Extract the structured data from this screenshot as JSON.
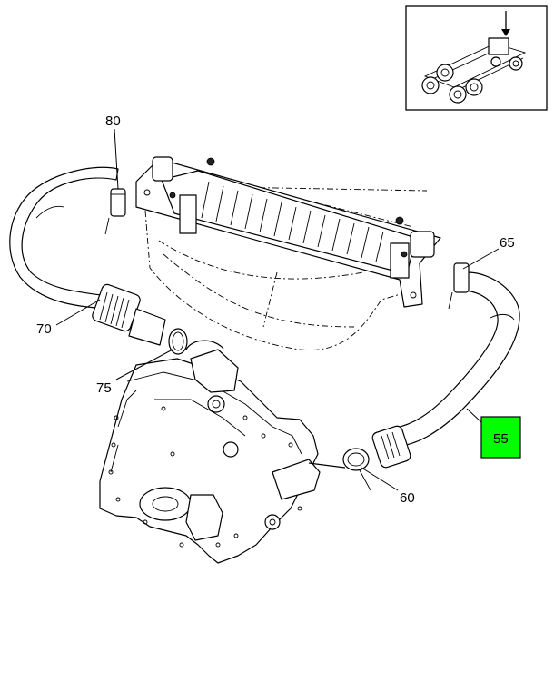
{
  "callouts": {
    "c80": "80",
    "c65": "65",
    "c70": "70",
    "c75": "75",
    "c55": "55",
    "c60": "60"
  },
  "colors": {
    "highlight": "#00ff00",
    "line": "#000000",
    "background": "#ffffff"
  }
}
